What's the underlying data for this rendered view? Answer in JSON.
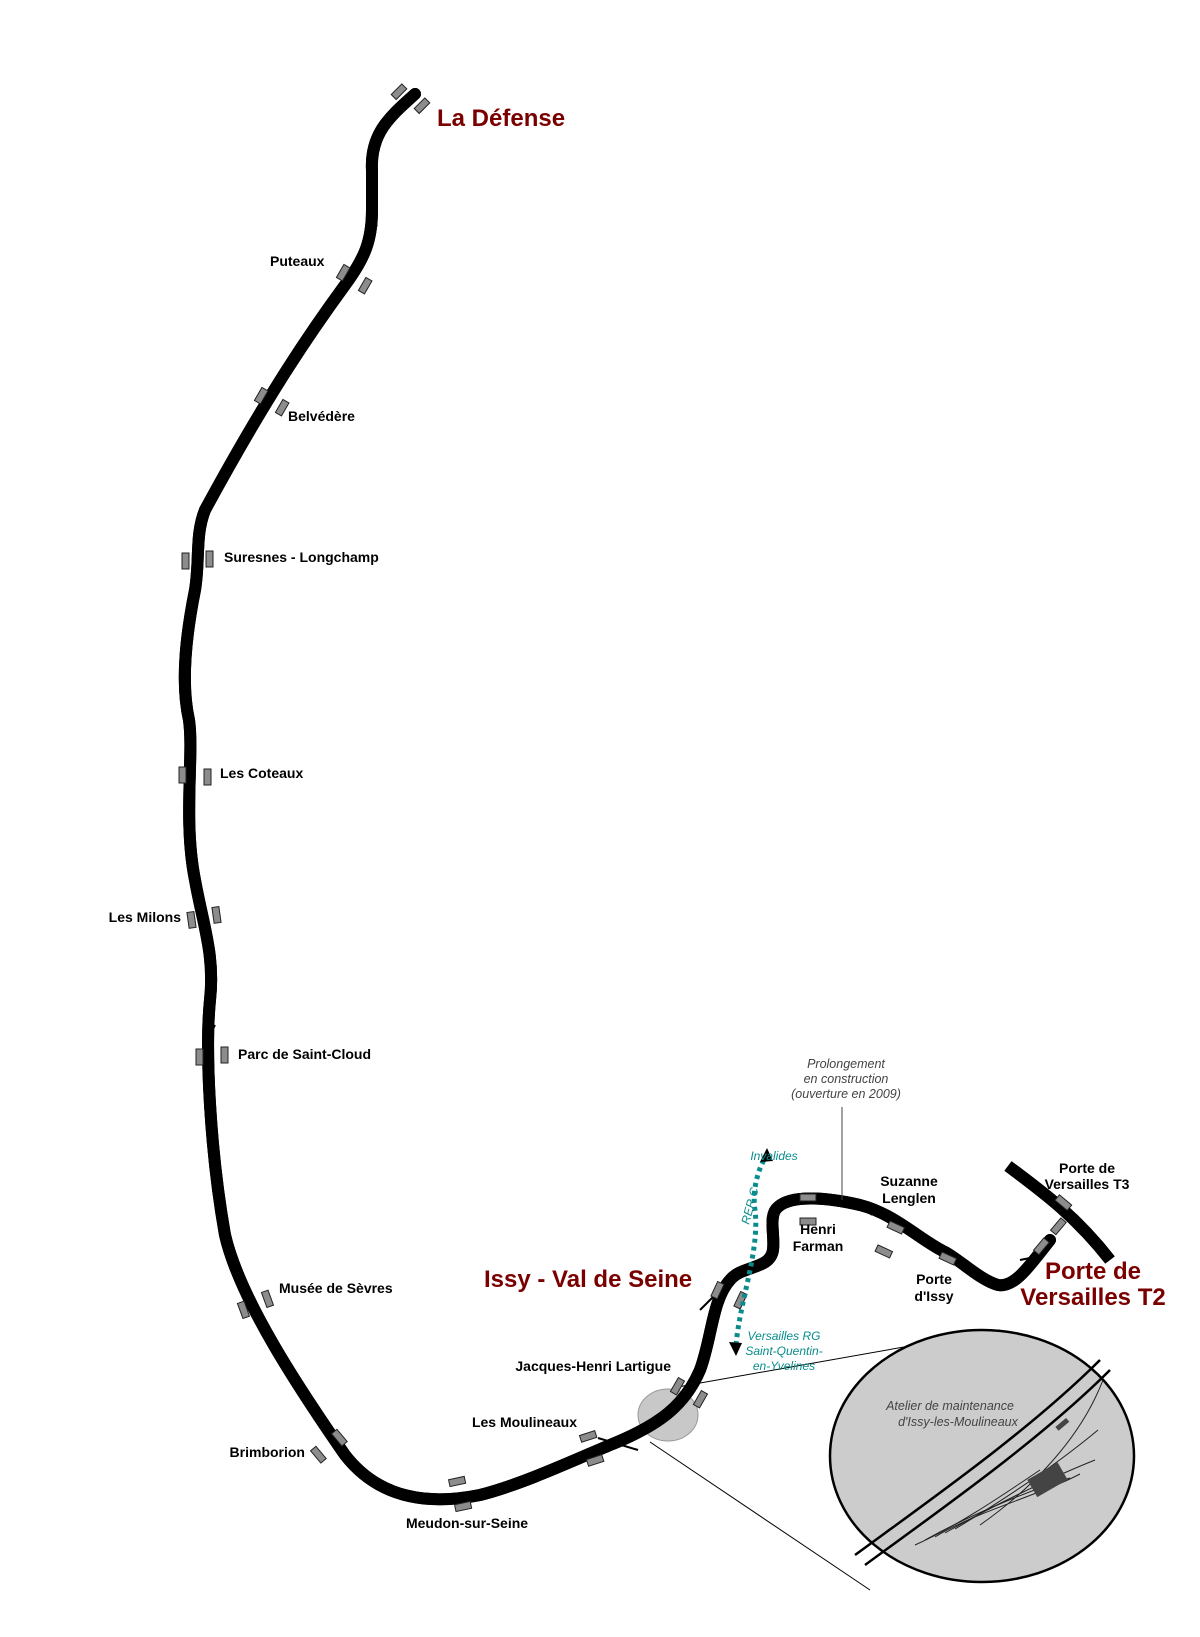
{
  "colors": {
    "terminus": "#7a0000",
    "rer": "#0b8c8c",
    "platform": "#8c8c8c",
    "depot_fill": "#cccccc",
    "track": "#000000"
  },
  "terminals": {
    "la_defense": "La Défense",
    "issy_val_de_seine": "Issy - Val de Seine",
    "porte_de_versailles_t2_line1": "Porte de",
    "porte_de_versailles_t2_line2": "Versailles T2"
  },
  "stations": {
    "puteaux": "Puteaux",
    "belvedere": "Belvédère",
    "suresnes_longchamp": "Suresnes - Longchamp",
    "les_coteaux": "Les Coteaux",
    "les_milons": "Les Milons",
    "parc_de_saint_cloud": "Parc de Saint-Cloud",
    "musee_de_sevres": "Musée de Sèvres",
    "brimborion": "Brimborion",
    "meudon_sur_seine": "Meudon-sur-Seine",
    "les_moulineaux": "Les Moulineaux",
    "jacques_henri_lartigue": "Jacques-Henri Lartigue",
    "henri_farman_line1": "Henri",
    "henri_farman_line2": "Farman",
    "suzanne_lenglen_line1": "Suzanne",
    "suzanne_lenglen_line2": "Lenglen",
    "porte_d_issy_line1": "Porte",
    "porte_d_issy_line2": "d'Issy",
    "porte_de_versailles_t3_line1": "Porte de",
    "porte_de_versailles_t3_line2": "Versailles T3"
  },
  "extension_note": {
    "line1": "Prolongement",
    "line2": "en construction",
    "line3": "(ouverture en 2009)"
  },
  "rer_c": {
    "name": "RER C",
    "north": "Invalides",
    "south_line1": "Versailles RG",
    "south_line2": "Saint-Quentin-",
    "south_line3": "en-Yvelines"
  },
  "depot": {
    "line1": "Atelier de maintenance",
    "line2": "d'Issy-les-Moulineaux"
  }
}
